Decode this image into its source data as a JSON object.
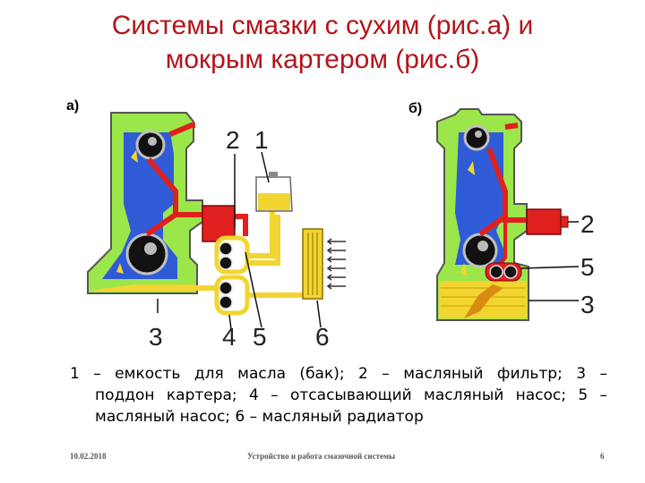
{
  "title": {
    "line1": "Системы смазки с сухим (рис.а) и",
    "line2": "мокрым картером (рис.б)"
  },
  "diagram_a": {
    "label": "а)",
    "numbers": {
      "n1": "1",
      "n2": "2",
      "n3": "3",
      "n4": "4",
      "n5": "5",
      "n6": "6"
    }
  },
  "diagram_b": {
    "label": "б)",
    "numbers": {
      "n2": "2",
      "n5": "5",
      "n3": "3"
    }
  },
  "legend": {
    "line1": "1 – емкость для масла (бак); 2 – масляный фильтр; 3 –",
    "line2": "поддон картера; 4 – отсасывающий масляный насос;  5 –",
    "line3": "масляный насос; 6 – масляный радиатор"
  },
  "footer": {
    "date": "10.02.2018",
    "center": "Устройство и работа смазочной системы",
    "page": "6"
  },
  "colors": {
    "title": "#b3151b",
    "oil_red": "#e0201e",
    "engine_blue": "#2f5bd6",
    "engine_green": "#9be64a",
    "oil_yellow": "#f2d530"
  }
}
